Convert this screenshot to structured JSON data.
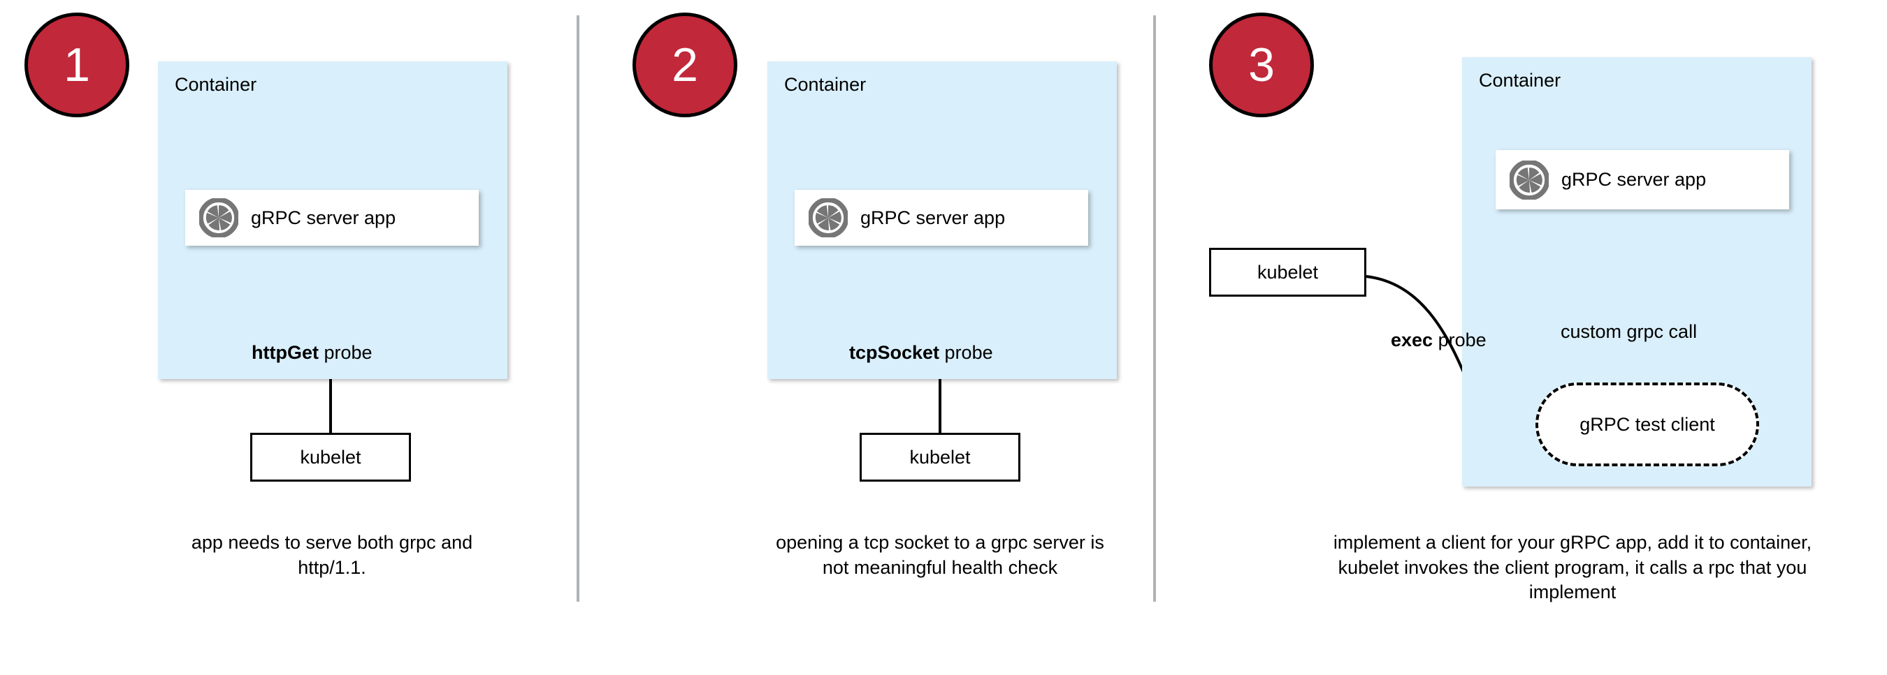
{
  "diagram": {
    "title": "gRPC health probe approaches in Kubernetes",
    "colors": {
      "badge_fill": "#C1283A",
      "badge_text": "#FFFFFF",
      "container_fill": "#D9EFFB",
      "card_fill": "#FFFFFF",
      "stroke": "#000000",
      "divider": "#B0B3B5",
      "icon_gray": "#767676"
    },
    "panels": [
      {
        "badge": "1",
        "container_label": "Container",
        "app_label": "gRPC server app",
        "app_icon": "grpc-aperture-icon",
        "probe_label_bold": "httpGet",
        "probe_label_rest": " probe",
        "kubelet_label": "kubelet",
        "caption": "app needs to serve both grpc and http/1.1."
      },
      {
        "badge": "2",
        "container_label": "Container",
        "app_label": "gRPC server app",
        "app_icon": "grpc-aperture-icon",
        "probe_label_bold": "tcpSocket",
        "probe_label_rest": " probe",
        "kubelet_label": "kubelet",
        "caption": "opening a tcp socket to a grpc server is not meaningful health check"
      },
      {
        "badge": "3",
        "container_label": "Container",
        "app_label": "gRPC server app",
        "app_icon": "grpc-aperture-icon",
        "probe_label_bold": "exec",
        "probe_label_rest": " probe",
        "kubelet_label": "kubelet",
        "test_client_label": "gRPC test client",
        "call_label": "custom grpc call",
        "caption": "implement a client for your gRPC app, add it to container, kubelet invokes the client program, it calls a rpc that you implement"
      }
    ]
  }
}
